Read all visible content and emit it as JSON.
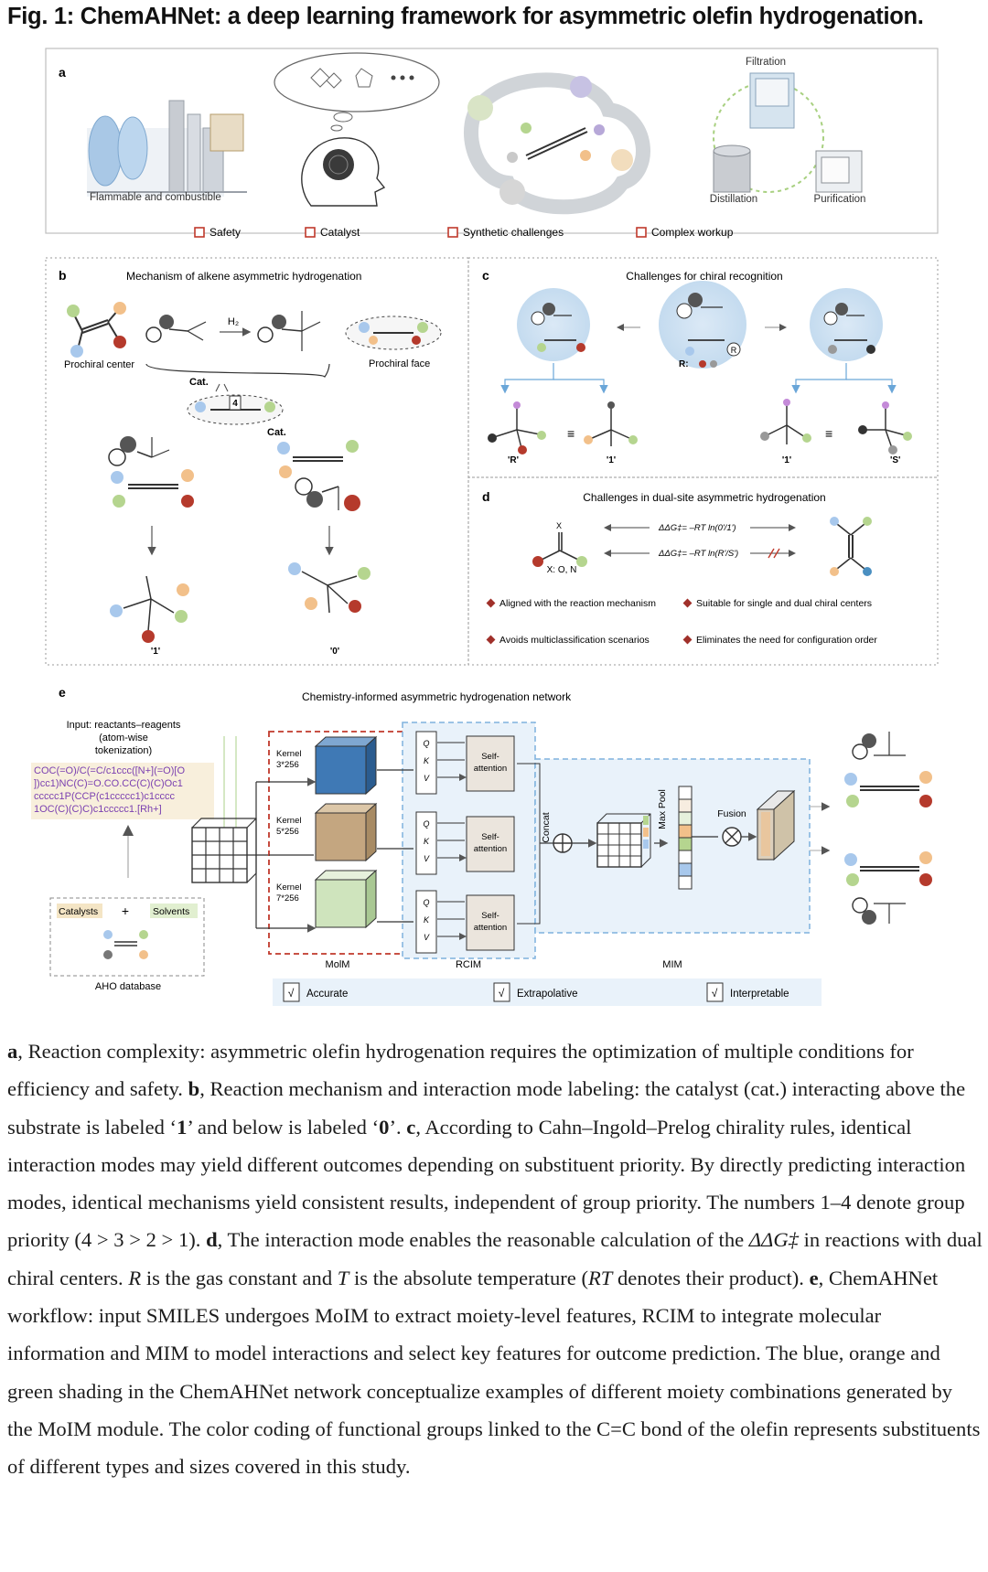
{
  "figure_title": "Fig. 1: ChemAHNet: a deep learning framework for asymmetric olefin hydrogenation.",
  "panel_a": {
    "label": "a",
    "flammable": "Flammable and combustible",
    "filtration": "Filtration",
    "distillation": "Distillation",
    "purification": "Purification",
    "checks": [
      "Safety",
      "Catalyst",
      "Synthetic challenges",
      "Complex workup"
    ]
  },
  "panel_b": {
    "label": "b",
    "title": "Mechanism of alkene asymmetric hydrogenation",
    "prochiral_center": "Prochiral center",
    "prochiral_face": "Prochiral face",
    "h2": "H₂",
    "cat1": "Cat.",
    "cat2": "Cat.",
    "cat_num": "4",
    "label_1": "'1'",
    "label_0": "'0'"
  },
  "panel_c": {
    "label": "c",
    "title": "Challenges for chiral recognition",
    "r_group": "R:",
    "r_circle": "R",
    "label_R": "'R'",
    "label_1a": "'1'",
    "label_1b": "'1'",
    "label_S": "'S'"
  },
  "panel_d": {
    "label": "d",
    "title": "Challenges in dual-site asymmetric hydrogenation",
    "eq1": "ΔΔG‡= –RT ln(0'/1')",
    "eq2": "ΔΔG‡= –RT ln(R'/S')",
    "xo": "X: O, N",
    "x": "X",
    "bullets": [
      "Aligned with the reaction mechanism",
      "Suitable for single and dual chiral centers",
      "Avoids multiclassification scenarios",
      "Eliminates the need for configuration order"
    ]
  },
  "panel_e": {
    "label": "e",
    "title": "Chemistry-informed asymmetric hydrogenation network",
    "input_lines": [
      "Input: reactants–reagents",
      "(atom-wise",
      "tokenization)"
    ],
    "smiles": [
      "COC(=O)/C(=C/c1ccc([N+](=O)[O",
      "])cc1)NC(C)=O.CO.CC(C)(C)Oc1",
      "ccccc1P(CCP(c1ccccc1)c1cccc",
      "1OC(C)(C)C)c1ccccc1.[Rh+]"
    ],
    "catalysts": "Catalysts",
    "plus": "+",
    "solvents": "Solvents",
    "database": "AHO database",
    "kernels": [
      [
        "Kernel",
        "3*256"
      ],
      [
        "Kernel",
        "5*256"
      ],
      [
        "Kernel",
        "7*256"
      ]
    ],
    "qkv": [
      "Q",
      "K",
      "V"
    ],
    "self_attention": [
      "Self-",
      "attention"
    ],
    "concat": "Concat",
    "maxpool": "Max Pool",
    "fusion": "Fusion",
    "molm": "MolM",
    "rcim": "RCIM",
    "mim": "MIM",
    "checks": [
      "Accurate",
      "Extrapolative",
      "Interpretable"
    ]
  },
  "caption": {
    "a_label": "a",
    "a_text": ", Reaction complexity: asymmetric olefin hydrogenation requires the optimization of multiple conditions for efficiency and safety. ",
    "b_label": "b",
    "b_text1": ", Reaction mechanism and interaction mode labeling: the catalyst (cat.) interacting above the substrate is labeled ‘",
    "b_one": "1",
    "b_text2": "’ and below is labeled ‘",
    "b_zero": "0",
    "b_text3": "’. ",
    "c_label": "c",
    "c_text": ", According to Cahn–Ingold–Prelog chirality rules, identical interaction modes may yield different outcomes depending on substituent priority. By directly predicting interaction modes, identical mechanisms yield consistent results, independent of group priority. The numbers 1–4 denote group priority (4 > 3 > 2 > 1). ",
    "d_label": "d",
    "d_text1": ", The interaction mode enables the reasonable calculation of the ",
    "d_math": "ΔΔG‡",
    "d_text2": " in reactions with dual chiral centers. ",
    "d_R": "R",
    "d_text3": " is the gas constant and ",
    "d_T": "T",
    "d_text4": " is the absolute temperature (",
    "d_RT": "RT",
    "d_text5": " denotes their product). ",
    "e_label": "e",
    "e_text": ", ChemAHNet workflow: input SMILES undergoes MoIM to extract moiety-level features, RCIM to integrate molecular information and MIM to model interactions and select key features for outcome prediction. The blue, orange and green shading in the ChemAHNet network conceptualize examples of different moiety combinations generated by the MoIM module. The color coding of functional groups linked to the C=C bond of the olefin represents substituents of different types and sizes covered in this study."
  }
}
